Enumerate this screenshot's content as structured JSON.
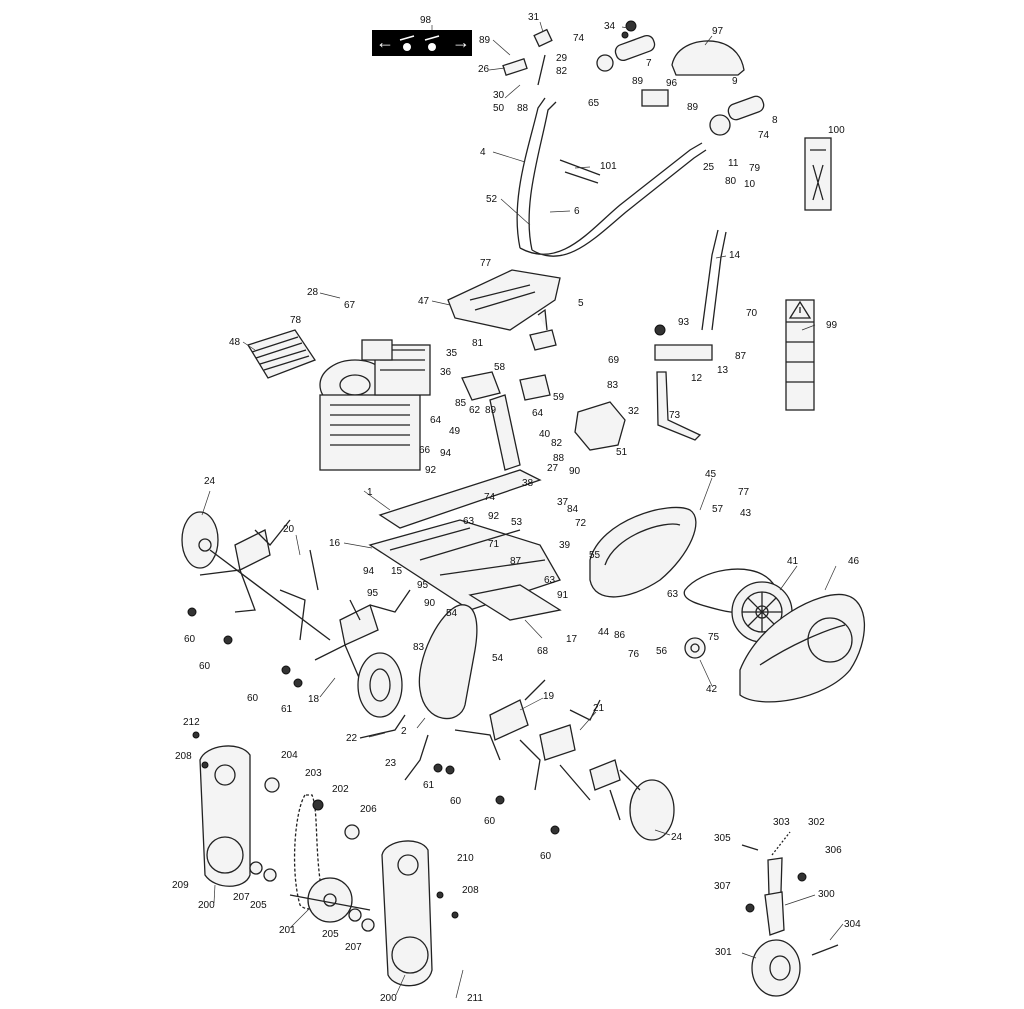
{
  "labels": [
    "98",
    "31",
    "34",
    "97",
    "89",
    "74",
    "7",
    "26",
    "29",
    "82",
    "89",
    "96",
    "9",
    "30",
    "50",
    "88",
    "65",
    "89",
    "8",
    "74",
    "100",
    "4",
    "101",
    "11",
    "79",
    "25",
    "80",
    "10",
    "52",
    "6",
    "14",
    "77",
    "28",
    "47",
    "5",
    "67",
    "78",
    "48",
    "93",
    "70",
    "87",
    "99",
    "35",
    "81",
    "69",
    "58",
    "36",
    "85",
    "62",
    "89",
    "83",
    "59",
    "32",
    "13",
    "12",
    "73",
    "64",
    "64",
    "40",
    "82",
    "66",
    "49",
    "94",
    "51",
    "92",
    "88",
    "27",
    "90",
    "38",
    "1",
    "74",
    "37",
    "84",
    "92",
    "53",
    "63",
    "72",
    "45",
    "77",
    "57",
    "43",
    "24",
    "20",
    "16",
    "71",
    "87",
    "39",
    "55",
    "94",
    "15",
    "63",
    "41",
    "46",
    "95",
    "95",
    "91",
    "63",
    "90",
    "54",
    "86",
    "75",
    "44",
    "76",
    "56",
    "17",
    "60",
    "83",
    "54",
    "68",
    "42",
    "60",
    "18",
    "60",
    "61",
    "19",
    "22",
    "2",
    "21",
    "212",
    "208",
    "204",
    "203",
    "23",
    "61",
    "60",
    "202",
    "60",
    "206",
    "24",
    "60",
    "305",
    "303",
    "302",
    "209",
    "200",
    "207",
    "205",
    "210",
    "306",
    "208",
    "201",
    "205",
    "207",
    "307",
    "300",
    "304",
    "301",
    "200",
    "211"
  ],
  "icons": [
    "direction-arrows-icon",
    "warning-triangle-icon",
    "manual-book-icon",
    "hand-hazard-icon",
    "hearing-protection-icon"
  ]
}
